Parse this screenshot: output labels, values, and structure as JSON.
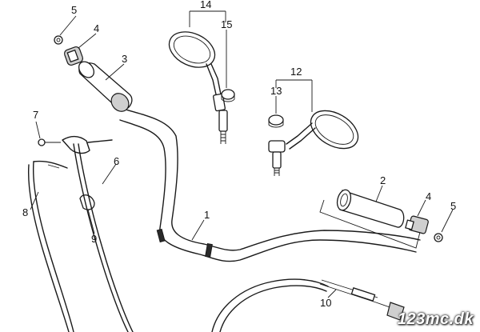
{
  "diagram": {
    "labels": {
      "p1": "1",
      "p2": "2",
      "p3": "3",
      "p4a": "4",
      "p4b": "4",
      "p5a": "5",
      "p5b": "5",
      "p6": "6",
      "p7": "7",
      "p8": "8",
      "p9": "9",
      "p10": "10",
      "p12": "12",
      "p13": "13",
      "p14": "14",
      "p15": "15"
    },
    "watermark": "123mc.dk"
  }
}
